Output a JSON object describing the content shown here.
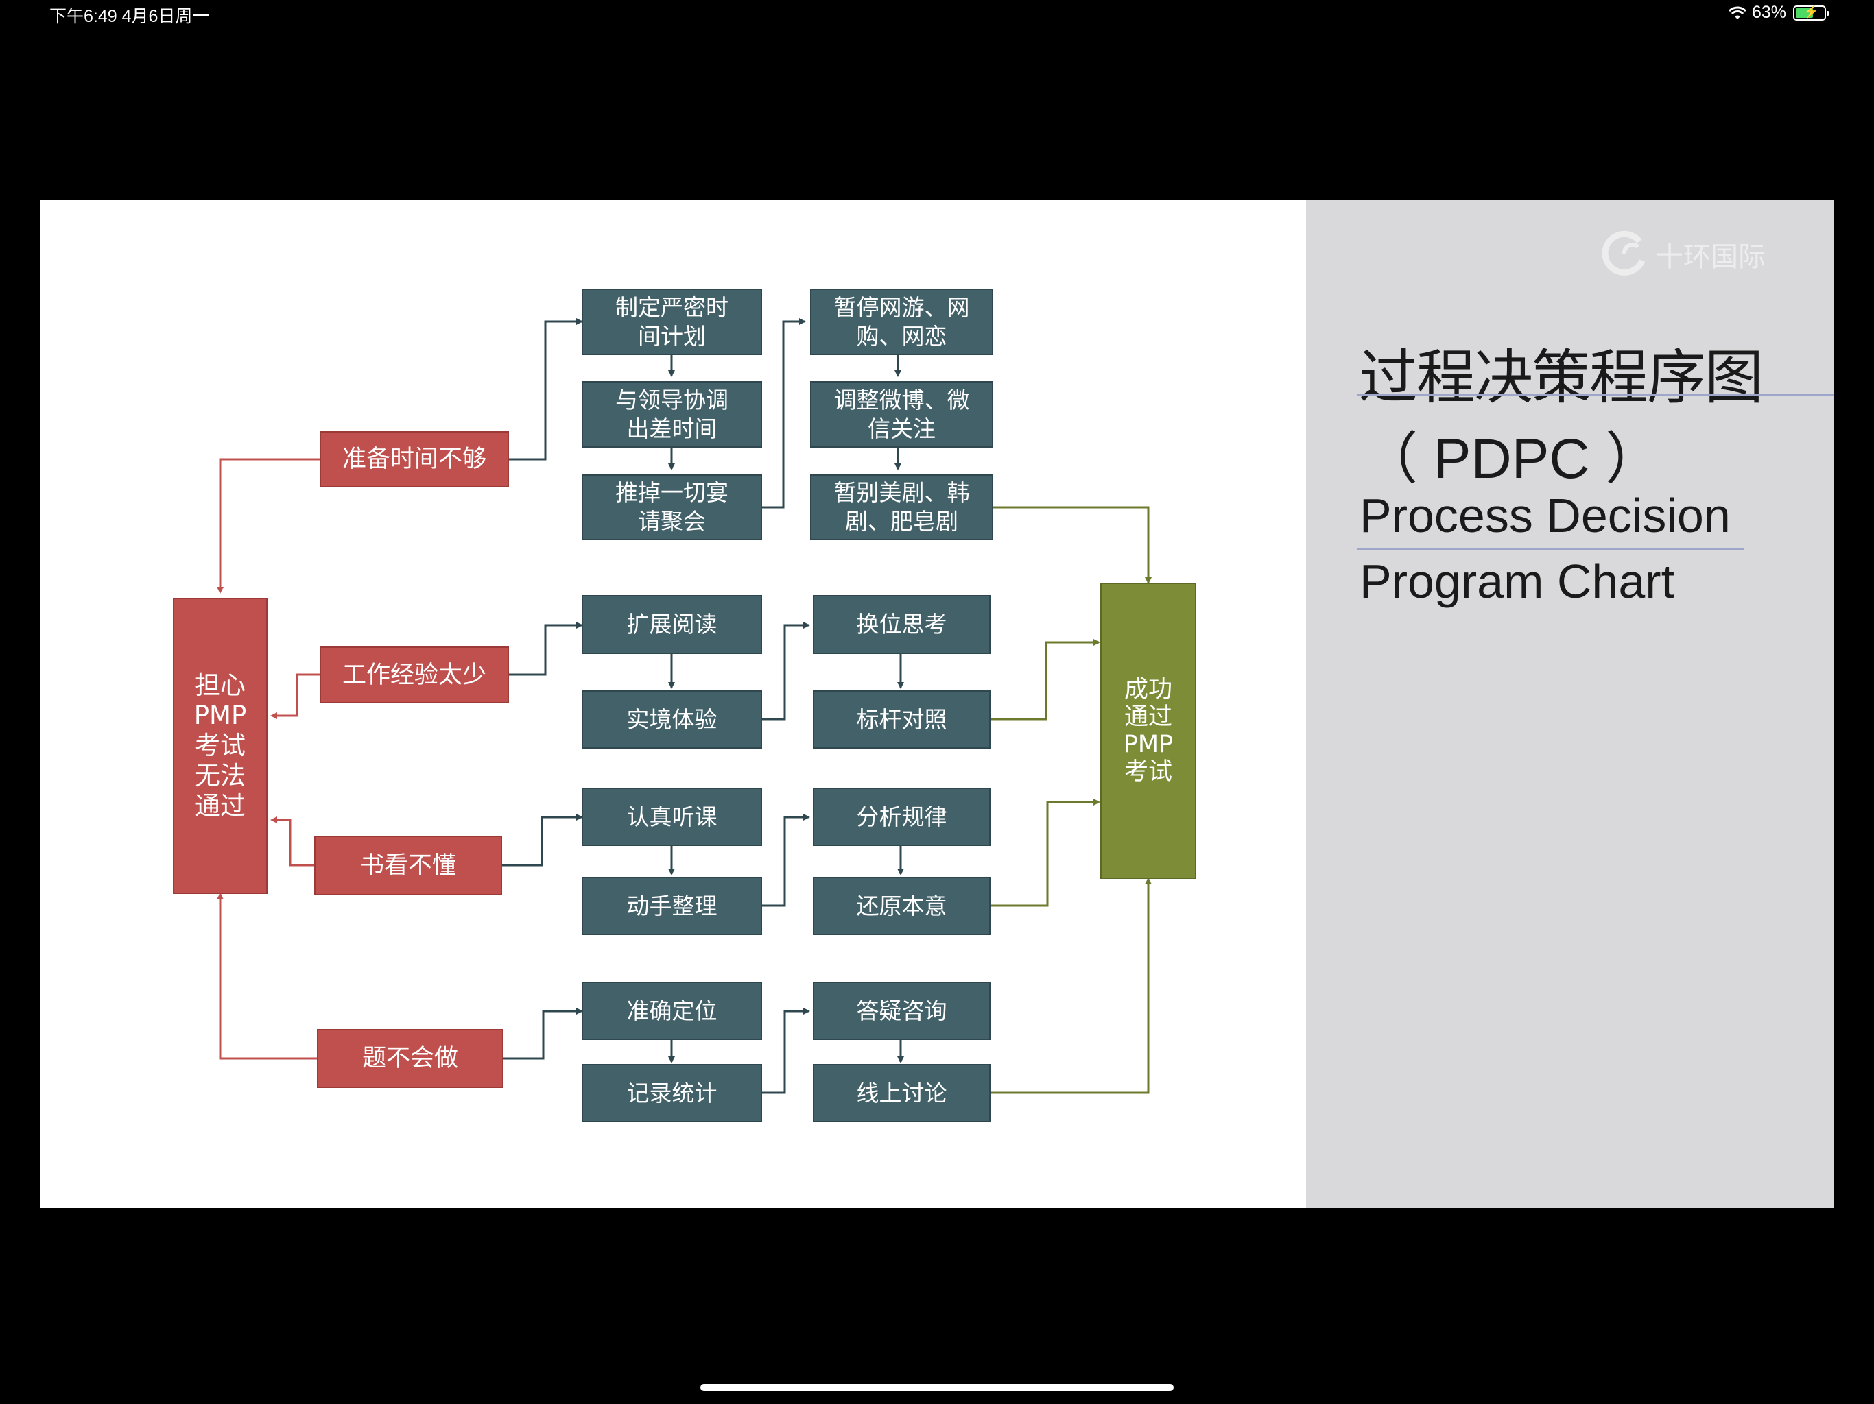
{
  "status_bar": {
    "time_date": "下午6:49   4月6日周一",
    "battery_text": "63%",
    "battery_level": 0.63
  },
  "slide": {
    "title_zh": "过程决策程序图",
    "title_abbr": "（ PDPC ）",
    "title_en_line1": "Process Decision",
    "title_en_line2": "Program Chart",
    "watermark_text": "十环国际",
    "colors": {
      "risk_box": "#c0504d",
      "action_box": "#436169",
      "goal_box": "#7d8c37",
      "risk_arrow": "#c0504d",
      "action_arrow": "#2f474e",
      "goal_arrow": "#6b7a2d"
    }
  },
  "diagram": {
    "worry": "担心\nPMP\n考试\n无法\n通过",
    "success": "成功\n通过\nPMP\n考试",
    "risks": [
      "准备时间不够",
      "工作经验太少",
      "书看不懂",
      "题不会做"
    ],
    "actions": {
      "r1_c1": [
        "制定严密时\n间计划",
        "与领导协调\n出差时间",
        "推掉一切宴\n请聚会"
      ],
      "r1_c2": [
        "暂停网游、网\n购、网恋",
        "调整微博、微\n信关注",
        "暂别美剧、韩\n剧、肥皂剧"
      ],
      "r2_c1": [
        "扩展阅读",
        "实境体验"
      ],
      "r2_c2": [
        "换位思考",
        "标杆对照"
      ],
      "r3_c1": [
        "认真听课",
        "动手整理"
      ],
      "r3_c2": [
        "分析规律",
        "还原本意"
      ],
      "r4_c1": [
        "准确定位",
        "记录统计"
      ],
      "r4_c2": [
        "答疑咨询",
        "线上讨论"
      ]
    }
  }
}
